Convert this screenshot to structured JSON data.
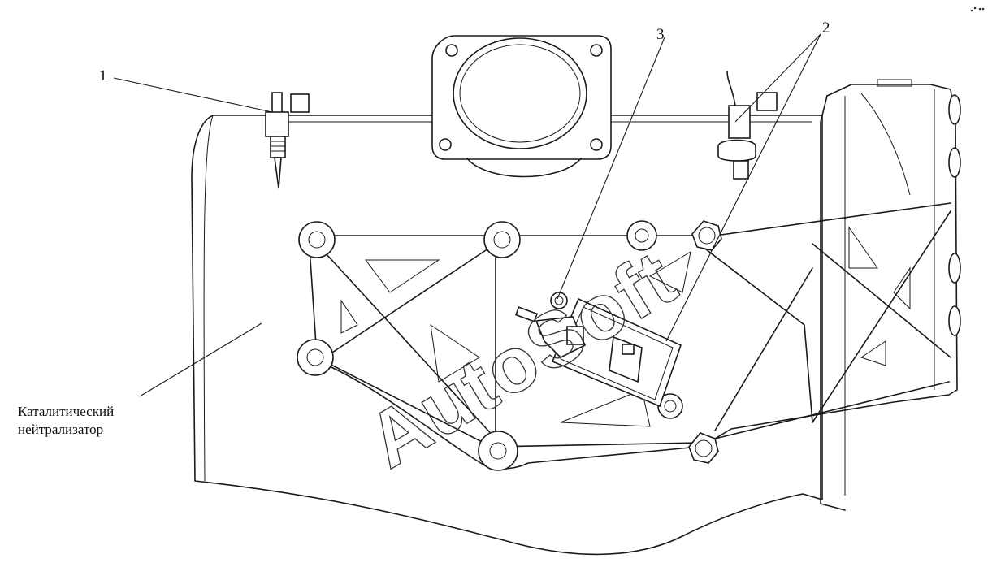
{
  "diagram": {
    "callouts": [
      "1",
      "2",
      "3"
    ],
    "caption_lines": [
      "Каталитический",
      "нейтрализатор"
    ],
    "watermark": "AutoSoft"
  }
}
